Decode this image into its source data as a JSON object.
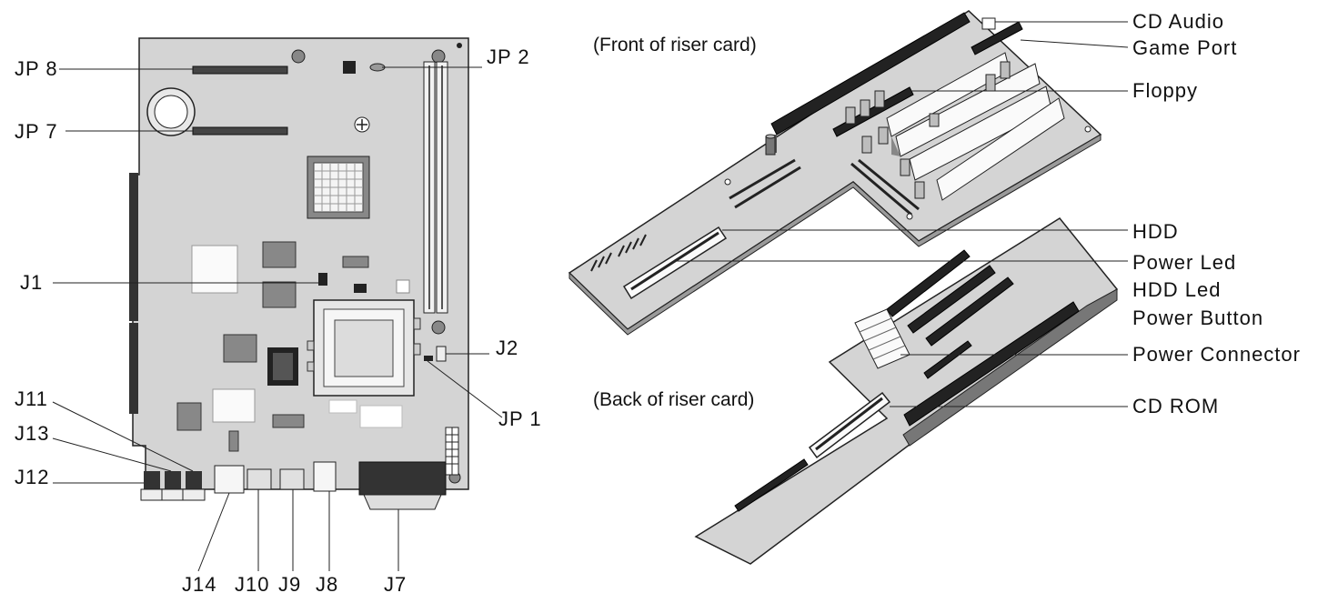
{
  "motherboard": {
    "labels": {
      "jp8": "JP 8",
      "jp7": "JP 7",
      "jp2": "JP 2",
      "j1": "J1",
      "j2": "J2",
      "jp1": "JP 1",
      "j11": "J11",
      "j13": "J13",
      "j12": "J12",
      "j14": "J14",
      "j10": "J10",
      "j9": "J9",
      "j8": "J8",
      "j7": "J7"
    }
  },
  "riser_card": {
    "front_caption": "(Front of riser card)",
    "back_caption": "(Back of riser card)",
    "labels": {
      "cd_audio": "CD Audio",
      "game_port": "Game Port",
      "floppy": "Floppy",
      "hdd": "HDD",
      "power_led": "Power Led",
      "hdd_led": "HDD Led",
      "power_button": "Power Button",
      "power_connector": "Power Connector",
      "cd_rom": "CD ROM"
    }
  }
}
